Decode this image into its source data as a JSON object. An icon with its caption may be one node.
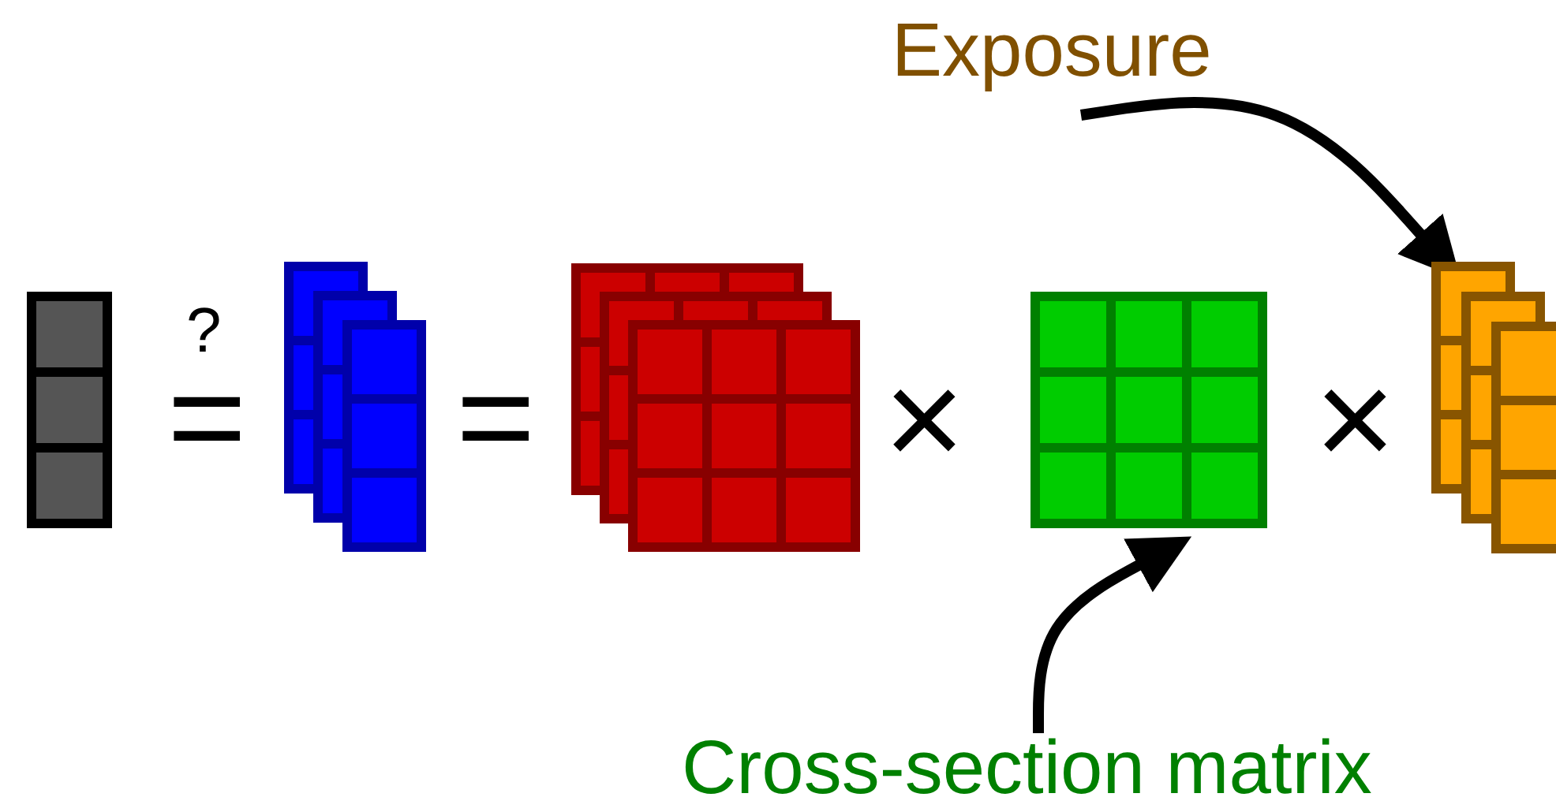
{
  "diagram": {
    "nodes": [
      {
        "text": [],
        "shape": "grid"
      },
      {
        "text": [],
        "shape": "grid"
      },
      {
        "text": [],
        "shape": "grid"
      },
      {
        "text": [],
        "shape": "grid"
      },
      {
        "text": [],
        "shape": "grid"
      },
      {
        "text": [
          "Exposure"
        ]
      },
      {
        "text": [
          "Cross-section matrix"
        ]
      }
    ],
    "edges": [
      {
        "from": 5,
        "to": 4,
        "arrow": "to"
      },
      {
        "from": 6,
        "to": 3,
        "arrow": "to"
      }
    ],
    "labels": [
      "?",
      "=",
      "=",
      "×",
      "×"
    ]
  }
}
